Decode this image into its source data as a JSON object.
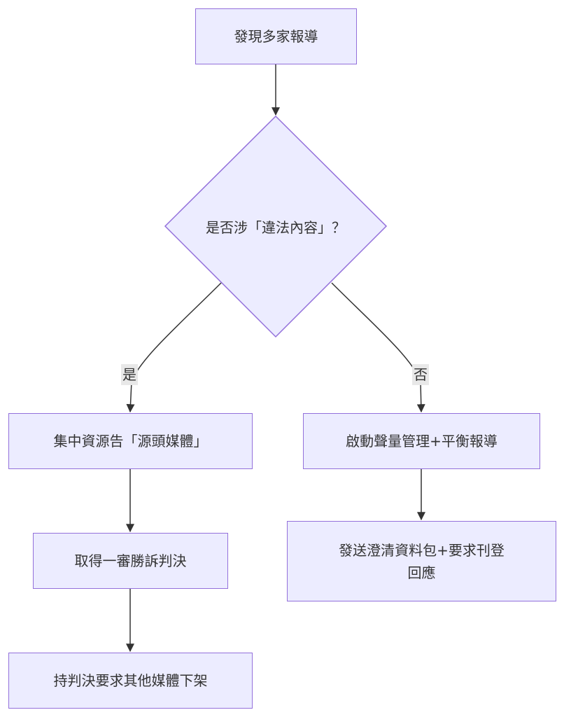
{
  "colors": {
    "node_fill": "#ECECFF",
    "node_border": "#9370DB",
    "edge": "#333333",
    "text": "#333333",
    "edge_label_bg": "#E8E8E8"
  },
  "nodes": {
    "start": "發現多家報導",
    "decision": "是否涉「違法內容」？",
    "yes_step1": "集中資源告「源頭媒體」",
    "yes_step2": "取得一審勝訴判決",
    "yes_step3": "持判決要求其他媒體下架",
    "no_step1": "啟動聲量管理+平衡報導",
    "no_step2_line1": "發送澄清資料包+要求刊登",
    "no_step2_line2": "回應"
  },
  "edges": {
    "yes_label": "是",
    "no_label": "否"
  }
}
